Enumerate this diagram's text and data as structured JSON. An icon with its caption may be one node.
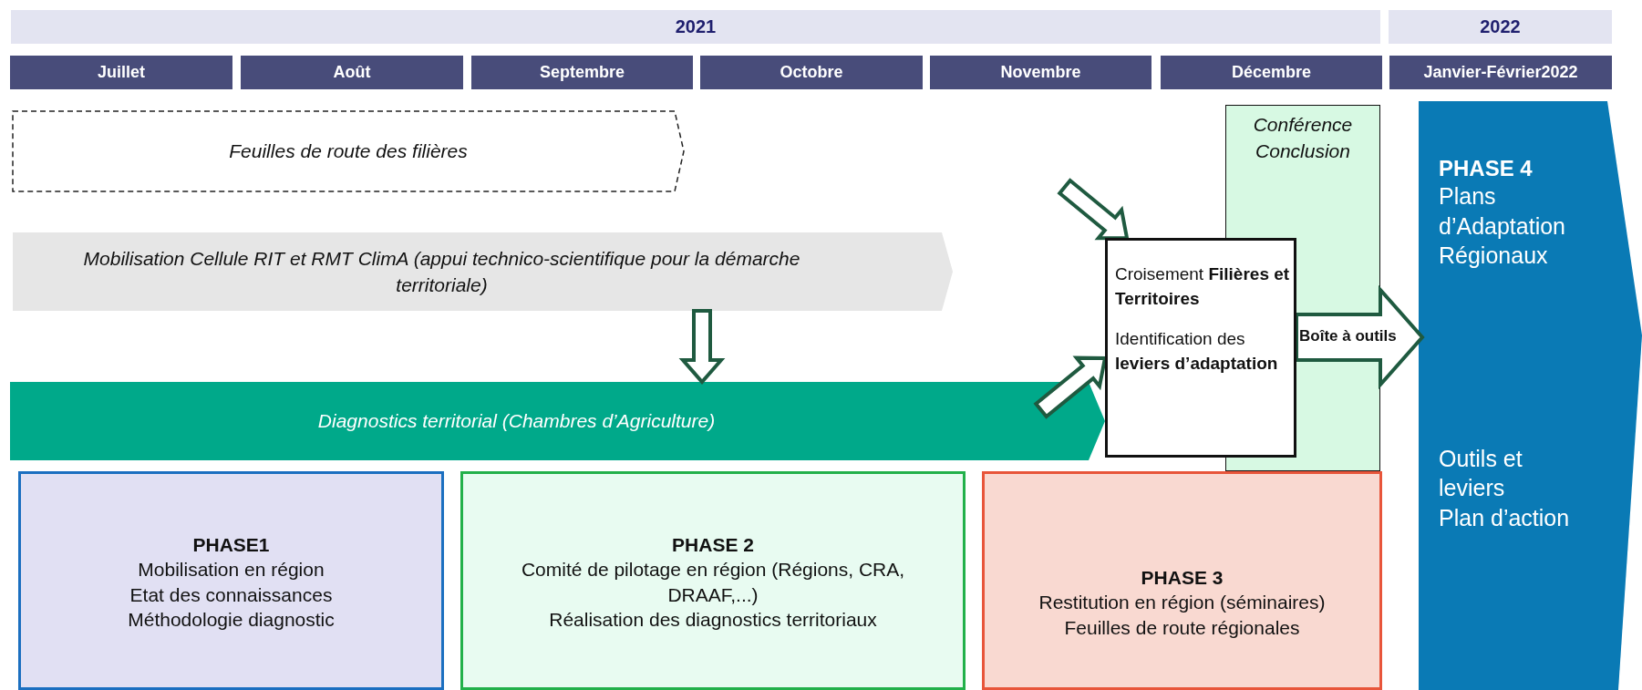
{
  "diagram": {
    "nodes": [
      {
        "text": [
          "2021"
        ]
      },
      {
        "text": [
          "2022"
        ]
      },
      {
        "text": [
          "Juillet"
        ]
      },
      {
        "text": [
          "Août"
        ]
      },
      {
        "text": [
          "Septembre"
        ]
      },
      {
        "text": [
          "Octobre"
        ]
      },
      {
        "text": [
          "Novembre"
        ]
      },
      {
        "text": [
          "Décembre"
        ]
      },
      {
        "text": [
          "Janvier-Février2022"
        ]
      },
      {
        "text": [
          "Feuilles de route des filières"
        ]
      },
      {
        "text": [
          "Conférence Conclusion"
        ]
      },
      {
        "text": [
          "PHASE 4",
          "Plans d’Adaptation Régionaux",
          "Outils et leviers",
          "Plan d’action"
        ]
      },
      {
        "text": [
          "Mobilisation Cellule RIT  et RMT ClimA (appui technico-scientifique pour la démarche territoriale)"
        ]
      },
      {
        "text": [
          "Croisement **Filières et Territoires**",
          "Identification des **leviers d’adaptation**"
        ]
      },
      {
        "text": [
          "Diagnostics territorial (Chambres d’Agriculture)"
        ]
      },
      {
        "text": [
          "PHASE1",
          "Mobilisation en région",
          "Etat des connaissances",
          "Méthodologie diagnostic"
        ]
      },
      {
        "text": [
          "PHASE 2",
          "Comité de pilotage en région (Régions, CRA, DRAAF,...)",
          "Réalisation des diagnostics territoriaux"
        ]
      },
      {
        "text": [
          "PHASE 3",
          "Restitution en région (séminaires)",
          "Feuilles de route régionales"
        ]
      }
    ],
    "edges": [
      {
        "from": 12,
        "to": 14,
        "arrow": "to"
      },
      {
        "from": null,
        "to": 13,
        "arrow": "to"
      },
      {
        "from": 14,
        "to": 13,
        "arrow": "to"
      },
      {
        "from": 13,
        "to": 11,
        "arrow": "to",
        "label": "Boîte à outils"
      }
    ]
  }
}
